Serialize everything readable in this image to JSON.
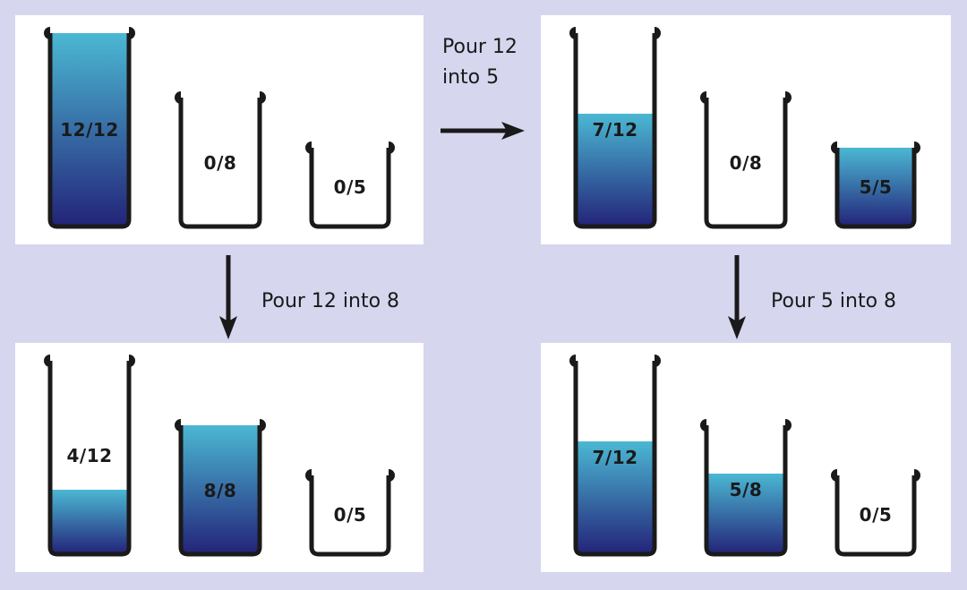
{
  "colors": {
    "background": "#d6d6ef",
    "panel": "#ffffff",
    "liquid_top": "#4bb8d3",
    "liquid_bottom": "#232379",
    "outline": "#1a1a1a"
  },
  "panels": [
    {
      "id": "start",
      "jugs": [
        {
          "capacity": 12,
          "amount": 12,
          "label": "12/12"
        },
        {
          "capacity": 8,
          "amount": 0,
          "label": "0/8"
        },
        {
          "capacity": 5,
          "amount": 0,
          "label": "0/5"
        }
      ]
    },
    {
      "id": "after-12-into-5",
      "jugs": [
        {
          "capacity": 12,
          "amount": 7,
          "label": "7/12"
        },
        {
          "capacity": 8,
          "amount": 0,
          "label": "0/8"
        },
        {
          "capacity": 5,
          "amount": 5,
          "label": "5/5"
        }
      ]
    },
    {
      "id": "after-12-into-8",
      "jugs": [
        {
          "capacity": 12,
          "amount": 4,
          "label": "4/12"
        },
        {
          "capacity": 8,
          "amount": 8,
          "label": "8/8"
        },
        {
          "capacity": 5,
          "amount": 0,
          "label": "0/5"
        }
      ]
    },
    {
      "id": "after-5-into-8",
      "jugs": [
        {
          "capacity": 12,
          "amount": 7,
          "label": "7/12"
        },
        {
          "capacity": 8,
          "amount": 5,
          "label": "5/8"
        },
        {
          "capacity": 5,
          "amount": 0,
          "label": "0/5"
        }
      ]
    }
  ],
  "steps": {
    "pour_12_into_5": {
      "line1": "Pour 12",
      "line2": "into 5"
    },
    "pour_12_into_8": "Pour 12 into 8",
    "pour_5_into_8": "Pour 5 into 8"
  }
}
